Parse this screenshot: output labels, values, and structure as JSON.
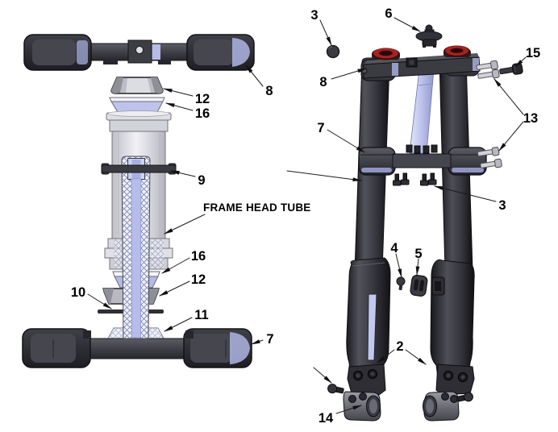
{
  "diagram": {
    "type": "exploded_parts_diagram",
    "subject": "front fork and triple clamp assembly",
    "background_color": "#ffffff",
    "annotation_color": "#000000",
    "accent_colors": {
      "dark_metal": "#3b3b42",
      "lavender": "#bfc5ee",
      "light_metal": "#e2e2e8",
      "red_cap": "#8e1d1d"
    },
    "left_view": {
      "label_frame_head_tube": "FRAME HEAD TUBE",
      "callouts": [
        "8",
        "12",
        "16",
        "9",
        "16",
        "12",
        "10",
        "11",
        "7"
      ]
    },
    "right_view": {
      "callouts": [
        "3",
        "6",
        "15",
        "8",
        "13",
        "7",
        "3",
        "4",
        "5",
        "2",
        "14"
      ]
    }
  }
}
